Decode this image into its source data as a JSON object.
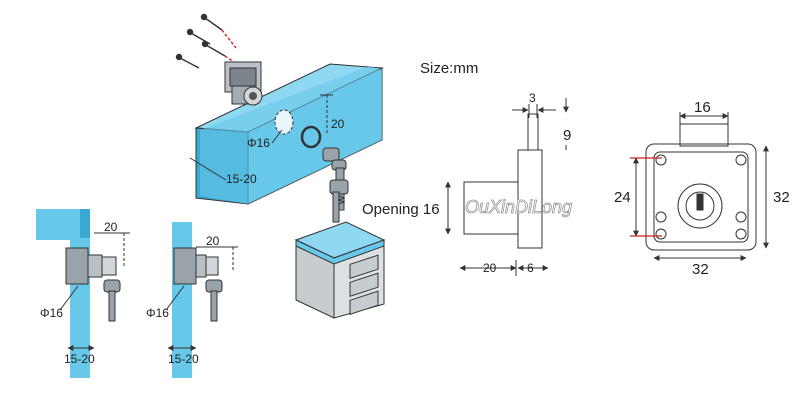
{
  "size_label": "Size:mm",
  "watermark": "OuXinDiLong",
  "colors": {
    "panel": "#67c8ea",
    "panel_dark": "#3aa9d2",
    "metal": "#9aa3aa",
    "line": "#333333",
    "dim_red": "#cc2222"
  },
  "install_view": {
    "phi_label": "Φ16",
    "dim_20": "20",
    "thickness_label": "15-20"
  },
  "section_left": {
    "dim_20": "20",
    "phi_label": "Φ16",
    "thickness_label": "15-20"
  },
  "section_right": {
    "dim_20": "20",
    "phi_label": "Φ16",
    "thickness_label": "15-20"
  },
  "side_view": {
    "top_width": "3",
    "top_height": "9",
    "opening_label": "Opening 16",
    "bottom_left": "20",
    "bottom_right": "6"
  },
  "front_view": {
    "top_width": "16",
    "hole_spacing": "24",
    "height": "32",
    "width": "32"
  }
}
